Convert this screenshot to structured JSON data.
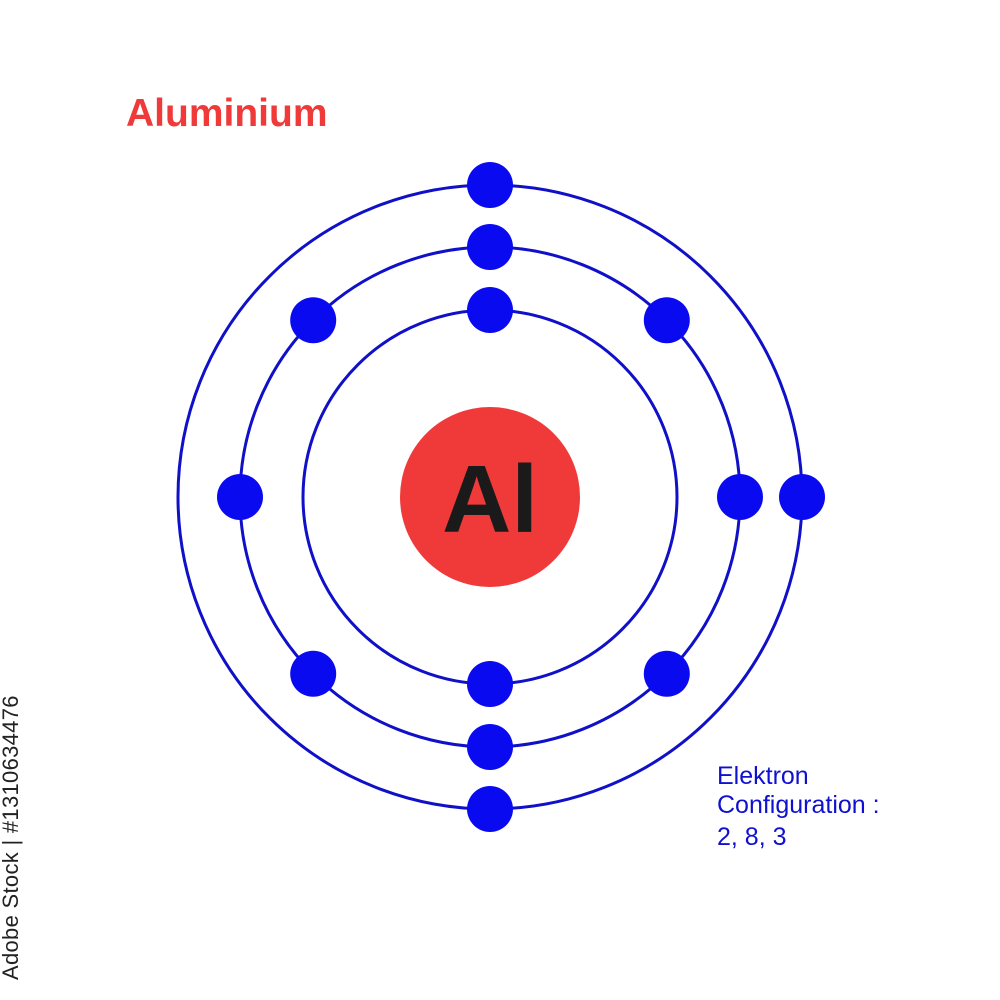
{
  "title": "Aluminium",
  "nucleus": {
    "symbol": "Al",
    "color": "#f03a3a"
  },
  "shells": [
    2,
    8,
    3
  ],
  "colors": {
    "orbit": "#1010c8",
    "electron": "#0a0af0",
    "title": "#f03a3a",
    "symbol": "#1a1a1a"
  },
  "config": {
    "line1": "Elektron",
    "line2": "Configuration :",
    "value": "2, 8, 3"
  },
  "watermark": "Adobe Stock | #131063447​6"
}
